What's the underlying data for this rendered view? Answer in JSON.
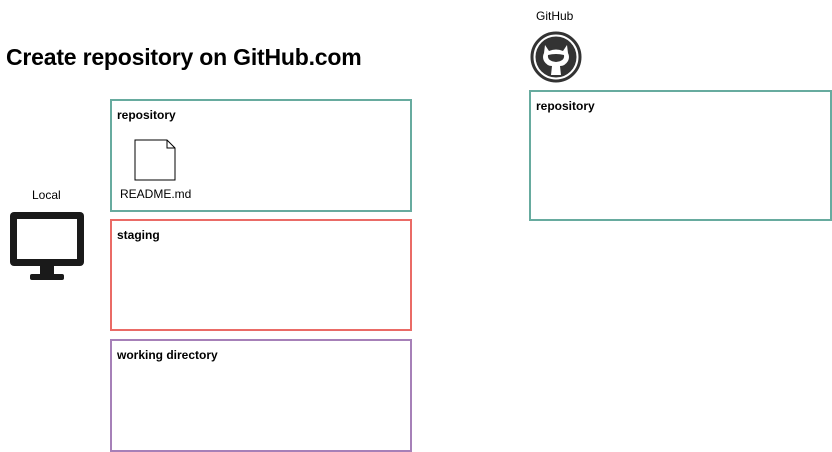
{
  "title": "Create repository on GitHub.com",
  "local": {
    "label": "Local",
    "icon": "computer-monitor-icon",
    "boxes": {
      "repository": {
        "label": "repository",
        "color": "#67AB9F"
      },
      "staging": {
        "label": "staging",
        "color": "#EA6B66"
      },
      "working_directory": {
        "label": "working directory",
        "color": "#A680B8"
      }
    },
    "file": {
      "name": "README.md",
      "icon": "document-icon"
    }
  },
  "github": {
    "label": "GitHub",
    "icon": "github-octocat-icon",
    "boxes": {
      "repository": {
        "label": "repository",
        "color": "#67AB9F"
      }
    }
  }
}
